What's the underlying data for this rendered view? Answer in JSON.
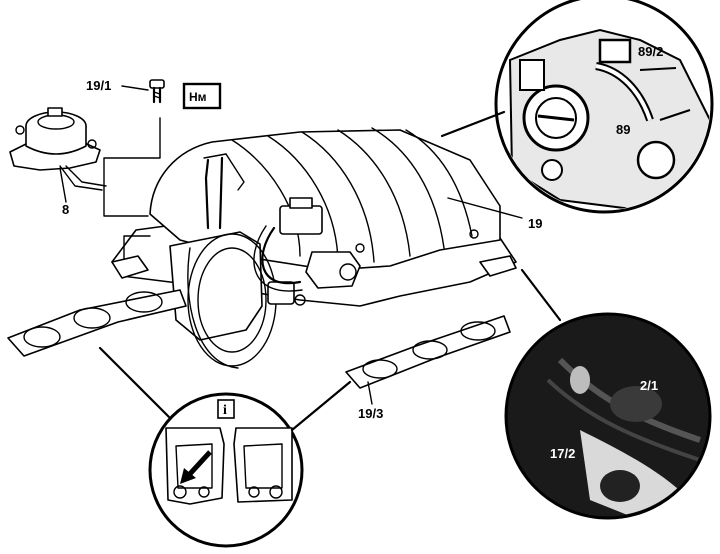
{
  "labels": {
    "bolt": "19/1",
    "torque_badge": "Нм",
    "part_8": "8",
    "manifold": "19",
    "gasket": "19/3",
    "inset_top_a": "89/2",
    "inset_top_b": "89",
    "inset_bottom_a": "2/1",
    "inset_bottom_b": "17/2",
    "info_badge": "i"
  }
}
